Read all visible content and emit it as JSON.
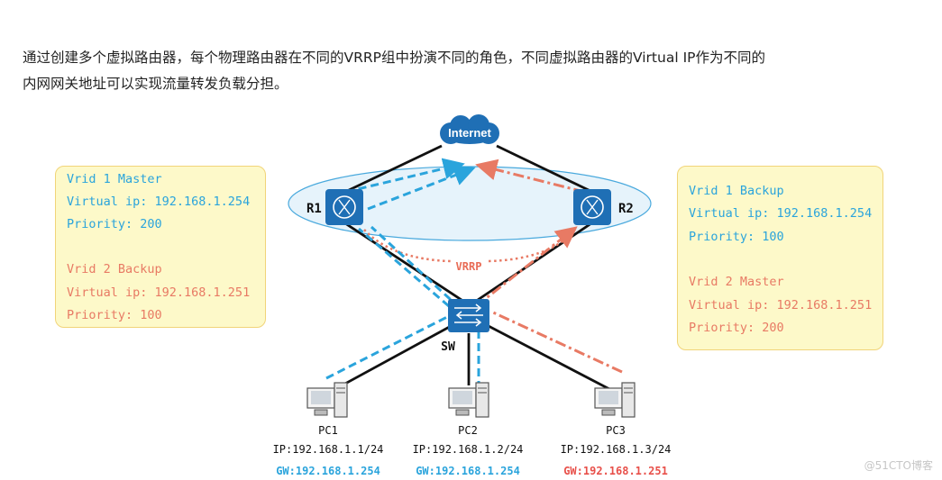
{
  "intro": {
    "line1": "通过创建多个虚拟路由器，每个物理路由器在不同的VRRP组中扮演不同的角色，不同虚拟路由器的Virtual  IP作为不同的",
    "line2": "内网网关地址可以实现流量转发负载分担。"
  },
  "internet": {
    "label": "Internet"
  },
  "vrrp": {
    "label": "VRRP"
  },
  "r1": {
    "name": "R1",
    "vrid1_role": "Vrid 1 Master",
    "vrid1_vip": "Virtual ip: 192.168.1.254",
    "vrid1_priority": "Priority: 200",
    "vrid2_role": "Vrid 2 Backup",
    "vrid2_vip": "Virtual ip: 192.168.1.251",
    "vrid2_priority": "Priority: 100"
  },
  "r2": {
    "name": "R2",
    "vrid1_role": "Vrid 1 Backup",
    "vrid1_vip": "Virtual ip: 192.168.1.254",
    "vrid1_priority": "Priority: 100",
    "vrid2_role": "Vrid 2 Master",
    "vrid2_vip": "Virtual ip: 192.168.1.251",
    "vrid2_priority": "Priority: 200"
  },
  "switch": {
    "name": "SW"
  },
  "pcs": [
    {
      "name": "PC1",
      "ip": "IP:192.168.1.1/24",
      "gw": "GW:192.168.1.254"
    },
    {
      "name": "PC2",
      "ip": "IP:192.168.1.2/24",
      "gw": "GW:192.168.1.254"
    },
    {
      "name": "PC3",
      "ip": "IP:192.168.1.3/24",
      "gw": "GW:192.168.1.251"
    }
  ],
  "watermark": "@51CTO博客",
  "colors": {
    "vrid1": "#2aa4dc",
    "vrid2": "#e87a64",
    "device": "#1f6fb5",
    "box_bg": "#fdf9c9"
  }
}
